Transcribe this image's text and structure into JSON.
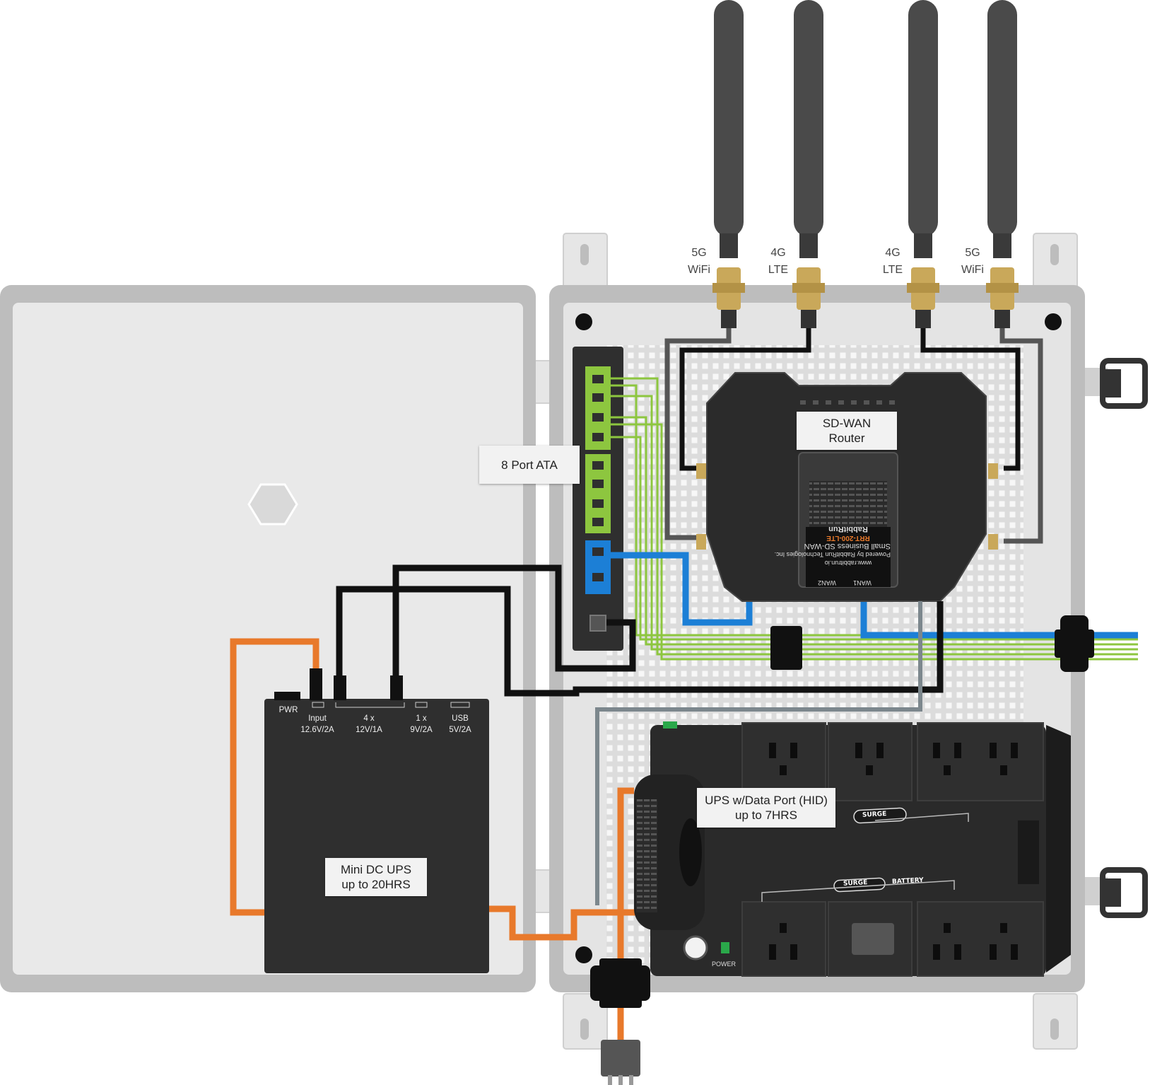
{
  "labels": {
    "ata": "8 Port ATA",
    "router_line1": "SD-WAN",
    "router_line2": "Router",
    "mini_ups_line1": "Mini DC UPS",
    "mini_ups_line2": "up to 20HRS",
    "ups_line1": "UPS w/Data Port (HID)",
    "ups_line2": "up to 7HRS"
  },
  "antennas": [
    {
      "line1": "5G",
      "line2": "WiFi"
    },
    {
      "line1": "4G",
      "line2": "LTE"
    },
    {
      "line1": "4G",
      "line2": "LTE"
    },
    {
      "line1": "5G",
      "line2": "WiFi"
    }
  ],
  "mini_ups_ports": {
    "pwr": "PWR",
    "input_line1": "Input",
    "input_line2": "12.6V/2A",
    "out4_line1": "4 x",
    "out4_line2": "12V/1A",
    "out1_line1": "1 x",
    "out1_line2": "9V/2A",
    "usb_line1": "USB",
    "usb_line2": "5V/2A"
  },
  "router_markings": {
    "brand": "RabbitRun",
    "model": "RRT-200-LTE",
    "product": "Small Business SD-WAN",
    "powered_by": "Powered by RabbitRun Technologies Inc.",
    "url": "www.rabbitrun.io",
    "wan1": "WAN1",
    "wan2": "WAN2"
  },
  "ups_markings": {
    "surge_top": "SURGE",
    "surge_bottom": "SURGE",
    "battery": "BATTERY",
    "power": "POWER"
  },
  "colors": {
    "enclosure": "#bdbdbd",
    "door_panel": "#e9e9e9",
    "backplate": "#dcdcdc",
    "device_dark": "#2f2f2f",
    "antenna": "#4a4a4a",
    "connector_gold": "#c9a85a",
    "ethernet_green": "#8dc63f",
    "ethernet_blue": "#1c7fd6",
    "power_orange": "#e8792b",
    "cable_black": "#111111",
    "cable_gray": "#7c878d"
  }
}
